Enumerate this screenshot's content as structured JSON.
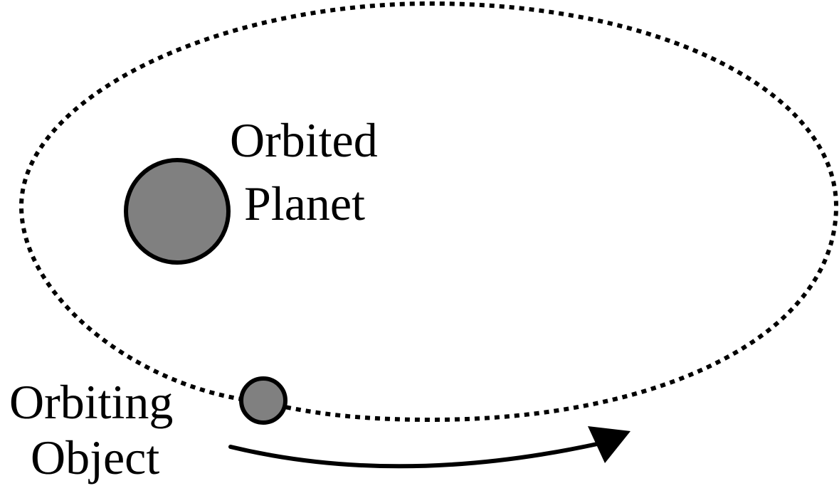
{
  "labels": {
    "orbited_planet": {
      "line1": "Orbited",
      "line2": "Planet"
    },
    "orbiting_object": {
      "line1": "Orbiting",
      "line2": "Object"
    }
  },
  "colors": {
    "stroke": "#000000",
    "planet_fill": "#808080",
    "object_fill": "#808080",
    "background": "#ffffff"
  }
}
